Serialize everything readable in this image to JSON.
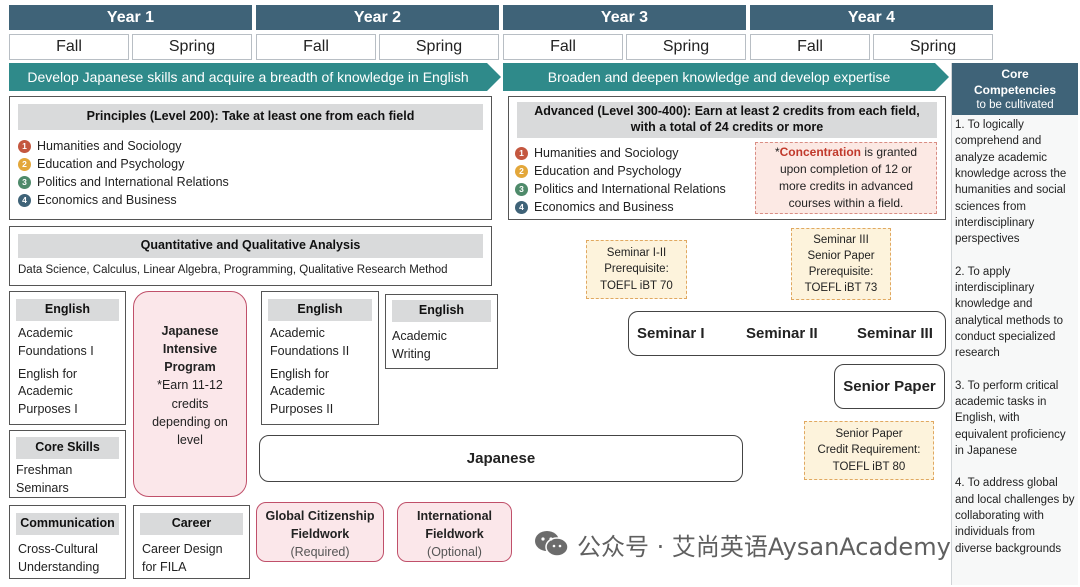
{
  "years": [
    "Year 1",
    "Year 2",
    "Year 3",
    "Year 4"
  ],
  "semesters": [
    "Fall",
    "Spring",
    "Fall",
    "Spring",
    "Fall",
    "Spring",
    "Fall",
    "Spring"
  ],
  "arrows": {
    "left": "Develop Japanese skills and acquire a breadth of knowledge in English",
    "right": "Broaden and deepen knowledge and develop expertise"
  },
  "fields": [
    {
      "n": "1",
      "label": "Humanities and Sociology",
      "color": "#c4573f"
    },
    {
      "n": "2",
      "label": "Education and Psychology",
      "color": "#e3a73a"
    },
    {
      "n": "3",
      "label": "Politics and International Relations",
      "color": "#4e8a6a"
    },
    {
      "n": "4",
      "label": "Economics and Business",
      "color": "#3f6378"
    }
  ],
  "principles": {
    "title": "Principles (Level 200): Take at least one from each field"
  },
  "advanced": {
    "title_line1": "Advanced (Level 300-400): Earn at least 2 credits from each field,",
    "title_line2": "with a total of 24 credits or more"
  },
  "concentration": {
    "star": "*",
    "keyword": "Concentration",
    "rest1": " is granted",
    "line2": "upon completion of 12 or",
    "line3": "more credits in advanced",
    "line4": "courses within a field."
  },
  "quant": {
    "title": "Quantitative and Qualitative Analysis",
    "body": "Data Science, Calculus, Linear Algebra, Programming, Qualitative Research Method"
  },
  "english1": {
    "title": "English",
    "line1": "Academic",
    "line2": "Foundations I",
    "line3": "English for",
    "line4": "Academic",
    "line5": "Purposes I"
  },
  "english2": {
    "title": "English",
    "line1": "Academic",
    "line2": "Foundations II",
    "line3": "English for",
    "line4": "Academic",
    "line5": "Purposes II"
  },
  "english3": {
    "title": "English",
    "line1": "Academic",
    "line2": "Writing"
  },
  "jip": {
    "line1": "Japanese",
    "line2": "Intensive",
    "line3": "Program",
    "line4": "*Earn 11-12",
    "line5": "credits",
    "line6": "depending on",
    "line7": "level"
  },
  "core_skills": {
    "title": "Core Skills",
    "line1": "Freshman",
    "line2": "Seminars"
  },
  "communication": {
    "title": "Communication",
    "line1": "Cross-Cultural",
    "line2": "Understanding"
  },
  "career": {
    "title": "Career",
    "line1": "Career Design",
    "line2": "for FILA"
  },
  "japanese": "Japanese",
  "global_fw": {
    "line1": "Global Citizenship",
    "line2": "Fieldwork",
    "line3": "(Required)"
  },
  "intl_fw": {
    "line1": "International",
    "line2": "Fieldwork",
    "line3": "(Optional)"
  },
  "seminar_prereq1": {
    "line1": "Seminar I-II",
    "line2": "Prerequisite:",
    "line3": "TOEFL iBT 70"
  },
  "seminar_prereq2": {
    "line1": "Seminar III",
    "line2": "Senior Paper",
    "line3": "Prerequisite:",
    "line4": "TOEFL iBT 73"
  },
  "seminars": [
    "Seminar I",
    "Seminar II",
    "Seminar III"
  ],
  "senior_paper": "Senior Paper",
  "senior_req": {
    "line1": "Senior Paper",
    "line2": "Credit Requirement:",
    "line3": "TOEFL iBT 80"
  },
  "sidebar": {
    "head1": "Core",
    "head2": "Competencies",
    "head3": "to be cultivated",
    "items": [
      "1. To logically comprehend and analyze academic knowledge across the humanities and social sciences from interdisciplinary perspectives",
      "2. To apply interdisciplinary knowledge and analytical methods to conduct specialized research",
      "3. To perform critical academic tasks in English, with equivalent proficiency in Japanese",
      "4. To address global and local challenges by collaborating with individuals from diverse backgrounds"
    ]
  },
  "watermark": "公众号 · 艾尚英语AysanAcademy",
  "colors": {
    "header": "#3f6378",
    "arrow": "#2f8a8a",
    "pink_border": "#c0506a",
    "pink_fill": "#fbe7ea",
    "dashed_fill": "#fdf3dc",
    "concentration_text": "#c0392b"
  }
}
